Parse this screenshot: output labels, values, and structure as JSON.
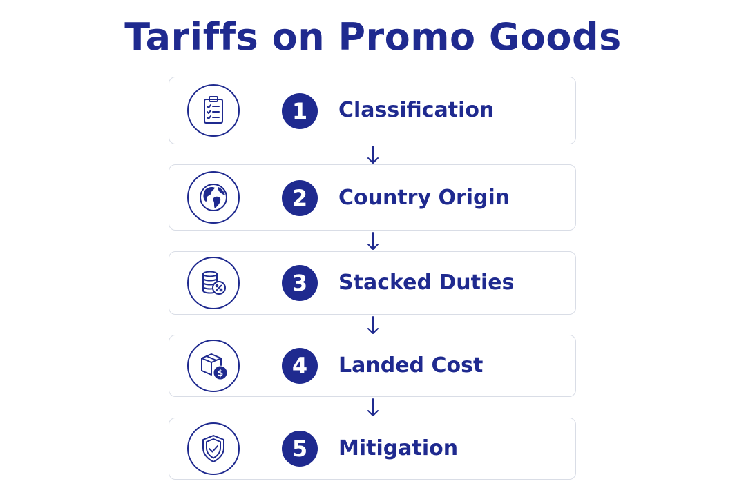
{
  "title": "Tariffs on Promo Goods",
  "accent_color": "#1f2a8f",
  "steps": [
    {
      "number": "1",
      "label": "Classification",
      "icon": "clipboard-checklist-icon"
    },
    {
      "number": "2",
      "label": "Country Origin",
      "icon": "globe-icon"
    },
    {
      "number": "3",
      "label": "Stacked Duties",
      "icon": "coin-stack-percent-icon"
    },
    {
      "number": "4",
      "label": "Landed Cost",
      "icon": "box-dollar-icon"
    },
    {
      "number": "5",
      "label": "Mitigation",
      "icon": "shield-check-icon"
    }
  ]
}
